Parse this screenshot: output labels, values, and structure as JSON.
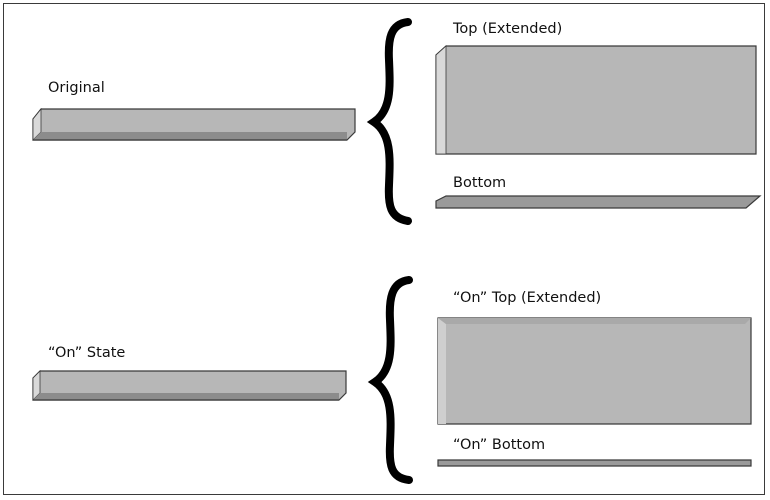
{
  "labels": {
    "original": "Original",
    "top_extended": "Top (Extended)",
    "bottom": "Bottom",
    "on_state": "“On” State",
    "on_top_extended": "“On” Top (Extended)",
    "on_bottom": "“On” Bottom"
  },
  "colors": {
    "face": "#b7b7b7",
    "bevel_light": "#d9d9d9",
    "bevel_dark": "#7f7f7f",
    "outline": "#3a3a3a",
    "brace": "#000000"
  }
}
